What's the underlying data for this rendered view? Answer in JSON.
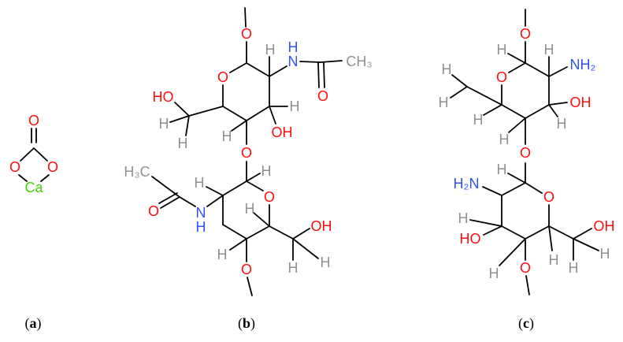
{
  "atoms": {
    "O": "O",
    "H": "H",
    "N": "N",
    "Ca": "Ca",
    "OH": "OH",
    "HO": "HO",
    "CH3": "CH₃",
    "H3C": "H₃C",
    "NH2": "NH₂",
    "H2N": "H₂N"
  },
  "captions": {
    "a": "a",
    "b": "b",
    "c": "c",
    "open": "(",
    "close": ")"
  },
  "colors": {
    "oxygen": "#ff0d0d",
    "nitrogen": "#3050f8",
    "hydrogen": "#909090",
    "calcium": "#3dd400",
    "bond": "#000000"
  }
}
